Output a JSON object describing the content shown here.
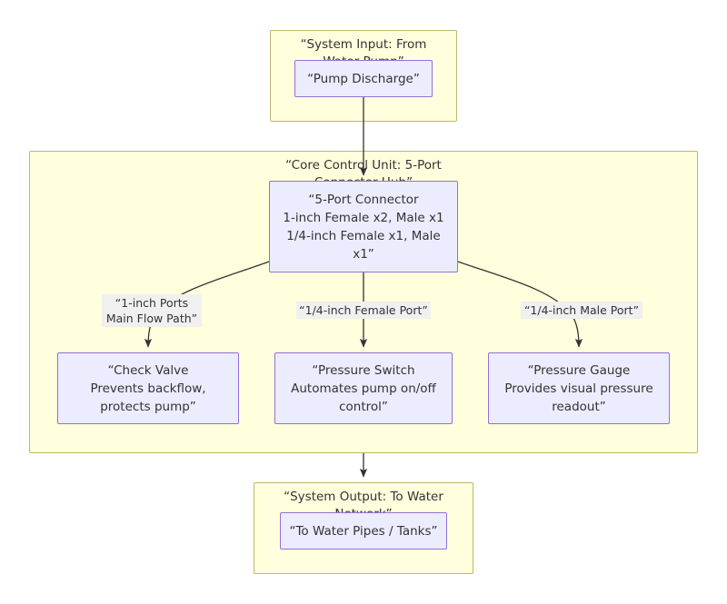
{
  "diagram": {
    "title_hidden": "",
    "subgraphs": [
      {
        "id": "system-input",
        "title": "“System Input: From Water Pump”",
        "nodes": [
          {
            "id": "pump-discharge",
            "label": "“Pump Discharge”"
          }
        ]
      },
      {
        "id": "core-control-unit",
        "title": "“Core Control Unit: 5-Port Connector Hub”",
        "nodes": [
          {
            "id": "five-port-connector",
            "label": "“5-Port Connector\n1-inch Female x2, Male x1\n1/4-inch Female x1, Male x1”"
          },
          {
            "id": "check-valve",
            "label": "“Check Valve\nPrevents backflow,\nprotects pump”"
          },
          {
            "id": "pressure-switch",
            "label": "“Pressure Switch\nAutomates pump on/off\ncontrol”"
          },
          {
            "id": "pressure-gauge",
            "label": "“Pressure Gauge\nProvides visual pressure\nreadout”"
          }
        ]
      },
      {
        "id": "system-output",
        "title": "“System Output: To Water Network”",
        "nodes": [
          {
            "id": "water-pipes-tanks",
            "label": "“To Water Pipes / Tanks”"
          }
        ]
      }
    ],
    "edges": [
      {
        "id": "edge-pump-to-connector",
        "from": "pump-discharge",
        "to": "five-port-connector",
        "label": ""
      },
      {
        "id": "edge-connector-to-check-valve",
        "from": "five-port-connector",
        "to": "check-valve",
        "label": "“1-inch Ports\nMain Flow Path”"
      },
      {
        "id": "edge-connector-to-pressure-switch",
        "from": "five-port-connector",
        "to": "pressure-switch",
        "label": "“1/4-inch Female Port”"
      },
      {
        "id": "edge-connector-to-pressure-gauge",
        "from": "five-port-connector",
        "to": "pressure-gauge",
        "label": "“1/4-inch Male Port”"
      },
      {
        "id": "edge-check-valve-to-output",
        "from": "check-valve",
        "to": "water-pipes-tanks",
        "label": ""
      }
    ],
    "colors": {
      "subgraph_fill": "#ffffde",
      "subgraph_stroke": "#bdb76b",
      "node_fill": "#ececff",
      "node_stroke": "#9370db",
      "edge_stroke": "#333333",
      "text": "#333333",
      "edge_label_bg": "#f0f0f0",
      "page_bg": "#ffffff"
    }
  }
}
